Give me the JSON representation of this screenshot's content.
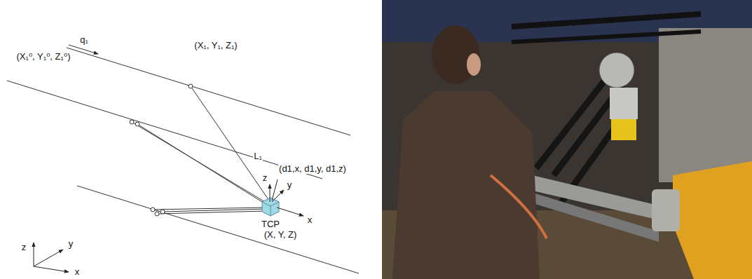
{
  "diagram": {
    "labels": [
      "q₁",
      "(X₁⁰, Y₁⁰, Z₁⁰)",
      "(X₁, Y₁, Z₁)",
      "L₁",
      "z",
      "(d1,x, d1,y, d1,z)",
      "y",
      "x",
      "TCP",
      "(X, Y, Z)",
      "z",
      "y",
      "x"
    ]
  }
}
